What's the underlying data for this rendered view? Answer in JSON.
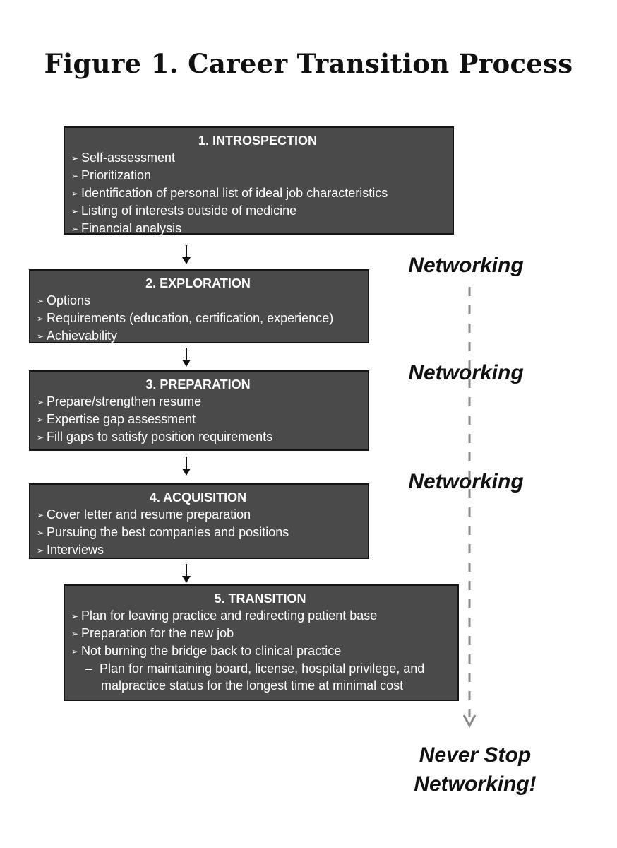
{
  "title": "Figure 1. Career Transition Process",
  "steps": [
    {
      "heading": "1.  INTROSPECTION",
      "items": [
        "Self-assessment",
        "Prioritization",
        "Identification of personal list of ideal job characteristics",
        "Listing of interests outside of medicine",
        "Financial analysis"
      ]
    },
    {
      "heading": "2.  EXPLORATION",
      "items": [
        "Options",
        "Requirements (education, certification, experience)",
        "Achievability"
      ]
    },
    {
      "heading": "3.  PREPARATION",
      "items": [
        "Prepare/strengthen resume",
        "Expertise gap assessment",
        "Fill gaps to satisfy position requirements"
      ]
    },
    {
      "heading": "4.  ACQUISITION",
      "items": [
        "Cover letter and resume preparation",
        "Pursuing the best companies and positions",
        "Interviews"
      ]
    },
    {
      "heading": "5.  TRANSITION",
      "items": [
        "Plan for leaving practice and redirecting patient base",
        "Preparation for the new job",
        "Not burning the bridge back to clinical practice"
      ],
      "subitem_line1": "Plan for maintaining board, license, hospital privilege, and",
      "subitem_line2": "malpractice status for the longest time at minimal cost"
    }
  ],
  "networking_labels": [
    "Networking",
    "Networking",
    "Networking"
  ],
  "final_label_line1": "Never Stop",
  "final_label_line2": "Networking!",
  "colors": {
    "box_fill": "#4a4a4a",
    "box_border": "#151515",
    "box_text": "#ffffff",
    "dashed_arrow": "#8a8a8a"
  },
  "icons": {
    "bullet": "arrowhead-bullet-icon",
    "flow_arrow": "down-arrow-icon",
    "networking_arrow": "dashed-down-arrow-icon"
  }
}
